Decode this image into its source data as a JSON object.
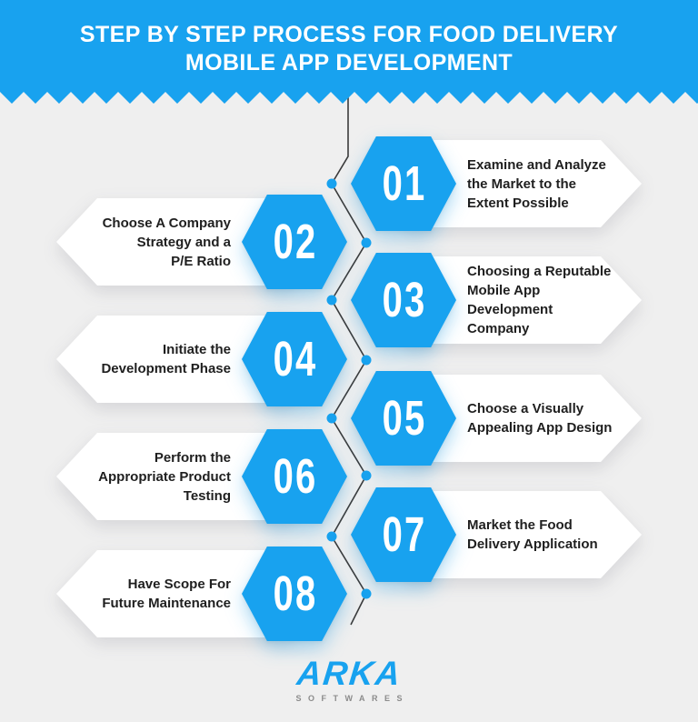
{
  "header": {
    "title_line1": "STEP BY STEP PROCESS FOR FOOD DELIVERY",
    "title_line2": "MOBILE APP DEVELOPMENT"
  },
  "colors": {
    "accent_blue": "#18A2EF",
    "background_gray": "#EFEFEF",
    "text_dark": "#1F1F1F",
    "timeline_line": "#3B3B3B",
    "card_white": "#FFFFFF",
    "logo_gray": "#8B8B8B"
  },
  "steps": [
    {
      "number": "01",
      "side": "right",
      "label": "Examine and Analyze\nthe Market to the\nExtent Possible"
    },
    {
      "number": "02",
      "side": "left",
      "label": "Choose A Company\nStrategy and a\nP/E Ratio"
    },
    {
      "number": "03",
      "side": "right",
      "label": "Choosing a Reputable\nMobile App Development\nCompany"
    },
    {
      "number": "04",
      "side": "left",
      "label": "Initiate the\nDevelopment Phase"
    },
    {
      "number": "05",
      "side": "right",
      "label": "Choose a Visually\nAppealing App Design"
    },
    {
      "number": "06",
      "side": "left",
      "label": "Perform the\nAppropriate Product\nTesting"
    },
    {
      "number": "07",
      "side": "right",
      "label": "Market the Food\nDelivery Application"
    },
    {
      "number": "08",
      "side": "left",
      "label": "Have Scope For\nFuture Maintenance"
    }
  ],
  "footer": {
    "logo_text": "ARKA",
    "logo_subtext": "SOFTWARES"
  }
}
